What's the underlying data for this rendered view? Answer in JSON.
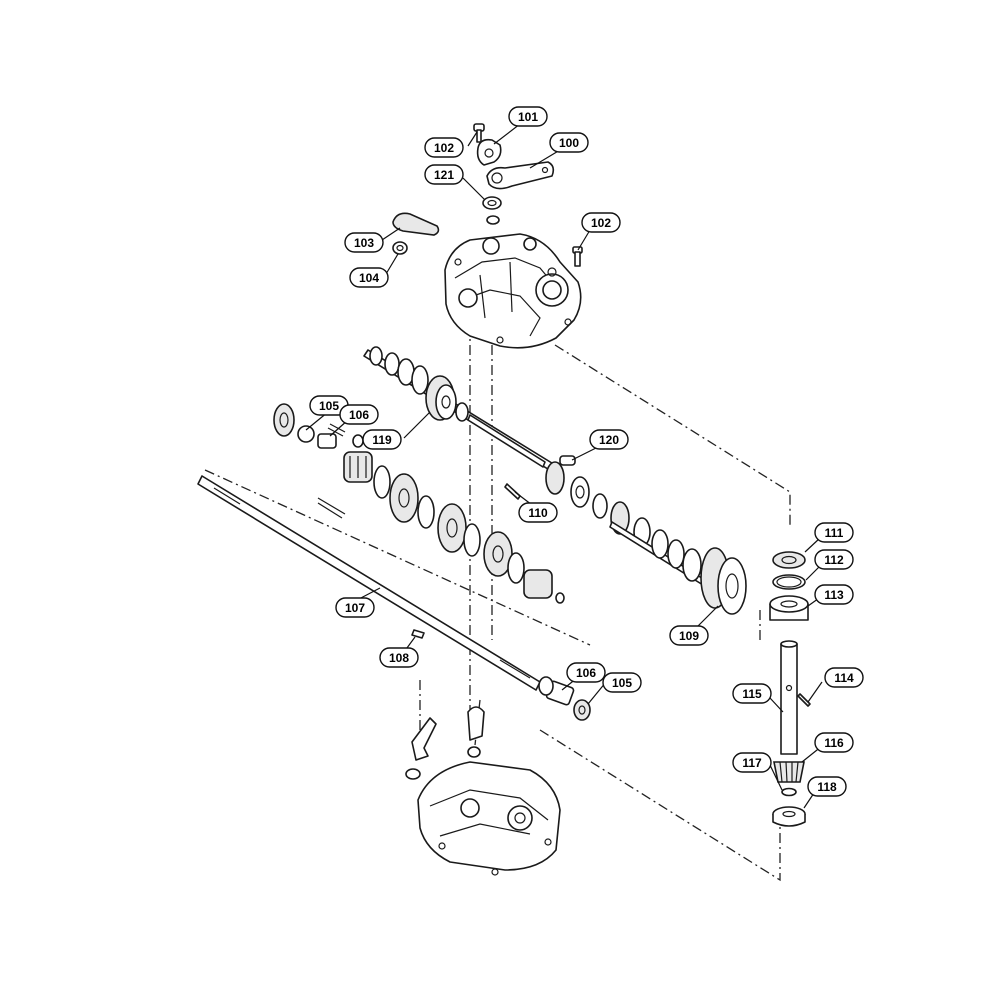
{
  "labels": {
    "l100": "100",
    "l101": "101",
    "l102a": "102",
    "l102b": "102",
    "l103": "103",
    "l104": "104",
    "l105a": "105",
    "l105b": "105",
    "l106a": "106",
    "l106b": "106",
    "l107": "107",
    "l108": "108",
    "l109": "109",
    "l110": "110",
    "l111": "111",
    "l112": "112",
    "l113": "113",
    "l114": "114",
    "l115": "115",
    "l116": "116",
    "l117": "117",
    "l118": "118",
    "l119": "119",
    "l120": "120",
    "l121": "121"
  }
}
